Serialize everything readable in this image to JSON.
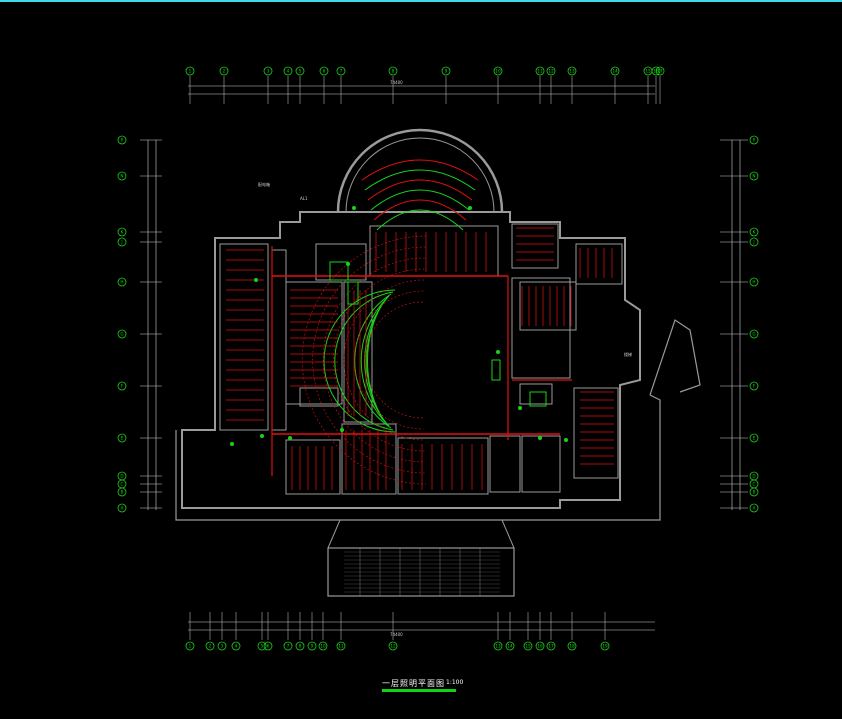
{
  "drawing": {
    "title": "一层照明平面图",
    "scale": "1:100",
    "colors": {
      "background": "#000000",
      "wall": "#9a9a9a",
      "lighting": "#e01010",
      "emergency": "#19d219",
      "dimension": "#cfcfcf",
      "border": "#3fd8e8"
    }
  },
  "grid": {
    "top_bubbles": [
      "1",
      "2",
      "3",
      "4",
      "5",
      "6",
      "7",
      "8",
      "9",
      "10",
      "11",
      "12",
      "13",
      "14",
      "15",
      "16",
      "17"
    ],
    "bottom_bubbles": [
      "1",
      "2",
      "3",
      "4",
      "5",
      "6",
      "7",
      "8",
      "9",
      "10",
      "11",
      "12",
      "13",
      "14",
      "15",
      "16",
      "17",
      "18",
      "19"
    ],
    "left_bubbles": [
      "P",
      "N",
      "K",
      "J",
      "H",
      "G",
      "F",
      "E",
      "D",
      "C",
      "B",
      "A"
    ],
    "right_bubbles": [
      "P",
      "N",
      "K",
      "J",
      "H",
      "G",
      "F",
      "E",
      "D",
      "C",
      "B",
      "A"
    ],
    "top_total": "74400",
    "bottom_total": "74400"
  },
  "annotations": {
    "distribution_note": "配电箱",
    "panel_label": "AL1",
    "stair_label": "楼梯"
  }
}
